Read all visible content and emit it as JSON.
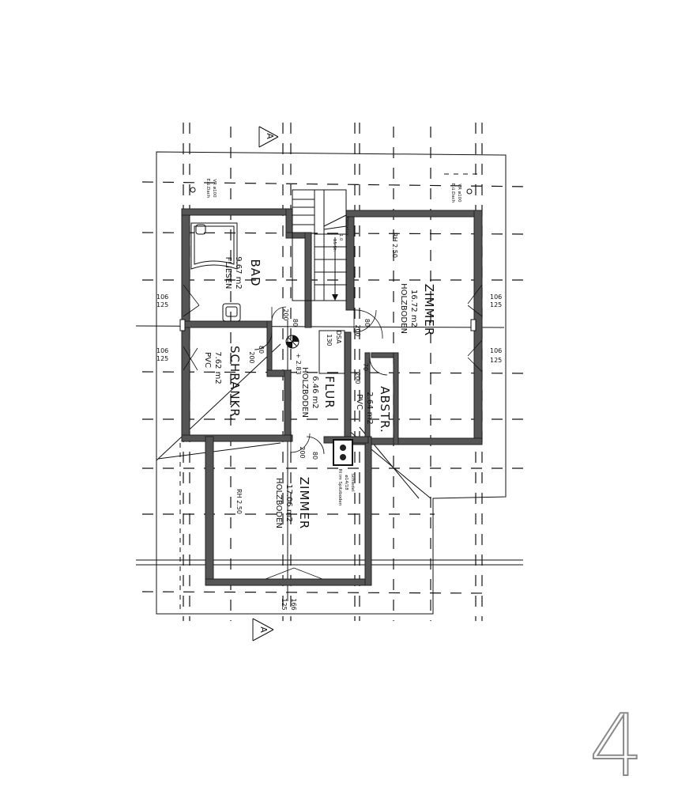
{
  "section_marker": "A",
  "page_number": "4",
  "rooms": {
    "bad": {
      "name": "BAD",
      "area": "9.67 m2",
      "floor": "FLIESEN"
    },
    "schrank": {
      "name": "SCHRANKR.",
      "area": "7.62 m2",
      "floor": "PVC"
    },
    "zimmer_top": {
      "name": "ZIMMER",
      "area": "16.72 m2",
      "floor": "HOLZBODEN",
      "rh": "RH 2.50"
    },
    "flur": {
      "name": "FLUR",
      "area": "6.46 m2",
      "floor": "HOLZBODEN"
    },
    "abstr": {
      "name": "ABSTR.",
      "area": "2.64 m2",
      "floor": "PVC"
    },
    "zimmer_bot": {
      "name": "ZIMMER",
      "area": "17.06 m2",
      "floor": "HOLZBODEN",
      "rh": "RH 2.50"
    }
  },
  "doors": {
    "bad": {
      "w": "80",
      "h": "200"
    },
    "schrank": {
      "w": "80",
      "h": "200"
    },
    "zimmer": {
      "w": "80",
      "h": "200"
    },
    "abstr": {
      "w": "70",
      "h": "200"
    },
    "flur_bot": {
      "w": "80",
      "h": "200"
    }
  },
  "windows": {
    "left_1": {
      "w": "106",
      "h": "125"
    },
    "left_2": {
      "w": "106",
      "h": "125"
    },
    "right_1": {
      "w": "106",
      "h": "125"
    },
    "right_2": {
      "w": "106",
      "h": "125"
    },
    "bottom": {
      "w": "166",
      "h": "125"
    }
  },
  "annotations": {
    "dsa": "DSA",
    "dsa_h": "130",
    "level": "+ 2.83",
    "chimney": "Schiedel",
    "chimney_dim": "ø14/18",
    "chimney_note": "RI im Spitzboden",
    "stair": "Homelux",
    "stair_2": "1.0",
    "stair_3": "15 St.",
    "vent_left": "VR ø100",
    "vent_left_2": "E.ü.Dach",
    "vent_right": "VR ø100",
    "vent_right_2": "E.ü.Dach"
  }
}
